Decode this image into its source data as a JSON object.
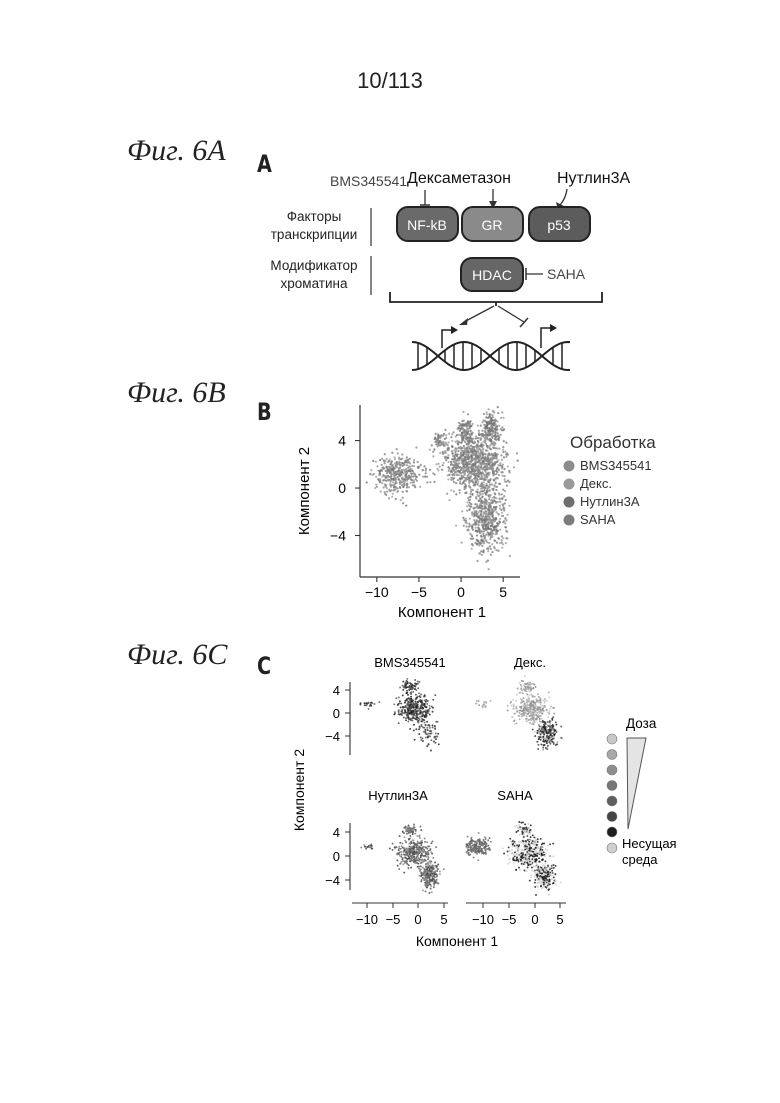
{
  "page_number": "10/113",
  "figures": {
    "fig_a": {
      "label": "Фиг. 6A",
      "panel": "A",
      "drugs": {
        "bms": "BMS345541",
        "dex": "Дексаметазон",
        "nutlin": "Нутлин3A",
        "saha": "SAHA"
      },
      "rows": {
        "tf_line1": "Факторы",
        "tf_line2": "транскрипции",
        "cm_line1": "Модификатор",
        "cm_line2": "хроматина"
      },
      "boxes": {
        "nfkb": "NF-kB",
        "gr": "GR",
        "p53": "p53",
        "hdac": "HDAC"
      }
    },
    "fig_b": {
      "label": "Фиг. 6B",
      "panel": "B"
    },
    "fig_c": {
      "label": "Фиг. 6C",
      "panel": "C",
      "subplots": {
        "bms": "BMS345541",
        "dex": "Декс.",
        "nutlin": "Нутлин3A",
        "saha": "SAHA"
      },
      "dose_legend": {
        "dose": "Доза",
        "vehicle_line1": "Несущая",
        "vehicle_line2": "среда",
        "colors": [
          "#c8c8c8",
          "#a8a8a8",
          "#8e8e8e",
          "#767676",
          "#5e5e5e",
          "#444444",
          "#1e1e1e"
        ],
        "vehicle_color": "#d0d0d0"
      }
    }
  },
  "chart_data": [
    {
      "type": "scatter",
      "panel": "B",
      "xlabel": "Компонент 1",
      "ylabel": "Компонент 2",
      "xticks": [
        -10,
        -5,
        0,
        5
      ],
      "yticks": [
        4,
        0,
        -4
      ],
      "xlim": [
        -12,
        7
      ],
      "ylim": [
        -7.5,
        7
      ],
      "legend_title": "Обработка",
      "legend_position": "right",
      "series": [
        {
          "name": "BMS345541",
          "color": "#8c8c8c"
        },
        {
          "name": "Декс.",
          "color": "#9a9a9a"
        },
        {
          "name": "Нутлин3A",
          "color": "#6e6e6e"
        },
        {
          "name": "SAHA",
          "color": "#7c7c7c"
        }
      ],
      "clusters": [
        {
          "cx": -7.5,
          "cy": 1.2,
          "rx": 2.8,
          "ry": 1.6,
          "density": 380
        },
        {
          "cx": 1.5,
          "cy": 2.2,
          "rx": 3.6,
          "ry": 2.4,
          "density": 900
        },
        {
          "cx": 3.0,
          "cy": -2.5,
          "rx": 2.2,
          "ry": 3.0,
          "density": 600
        },
        {
          "cx": 3.5,
          "cy": 5.0,
          "rx": 1.2,
          "ry": 1.5,
          "density": 200
        },
        {
          "cx": 0.5,
          "cy": 4.8,
          "rx": 0.9,
          "ry": 1.0,
          "density": 110
        },
        {
          "cx": -2.5,
          "cy": 4.0,
          "rx": 0.8,
          "ry": 0.6,
          "density": 60
        }
      ]
    },
    {
      "type": "scatter",
      "panel": "C",
      "xlabel": "Компонент 1",
      "ylabel": "Компонент 2",
      "xticks": [
        -10,
        -5,
        0,
        5
      ],
      "yticks": [
        4,
        0,
        -4
      ],
      "subplots": [
        "BMS345541",
        "Декс.",
        "Нутлин3A",
        "SAHA"
      ]
    }
  ]
}
